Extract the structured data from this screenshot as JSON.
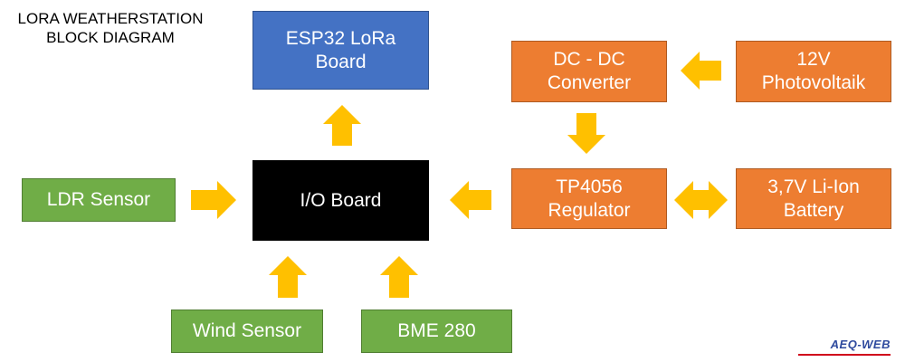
{
  "title": {
    "line1": "LORA WEATHERSTATION",
    "line2": "BLOCK DIAGRAM"
  },
  "blocks": {
    "esp32": {
      "line1": "ESP32 LoRa",
      "line2": "Board"
    },
    "io": {
      "line1": "I/O Board"
    },
    "dcdc": {
      "line1": "DC - DC",
      "line2": "Converter"
    },
    "pv": {
      "line1": "12V",
      "line2": "Photovoltaik"
    },
    "tp4056": {
      "line1": "TP4056",
      "line2": "Regulator"
    },
    "battery": {
      "line1": "3,7V Li-Ion",
      "line2": "Battery"
    },
    "ldr": {
      "line1": "LDR Sensor"
    },
    "wind": {
      "line1": "Wind Sensor"
    },
    "bme": {
      "line1": "BME 280"
    }
  },
  "colors": {
    "esp32": "#4472C4",
    "power": "#ED7D31",
    "sensor": "#70AD47",
    "io": "#000000",
    "arrow": "#FFC000"
  },
  "brand": {
    "text": "AEQ-WEB"
  }
}
